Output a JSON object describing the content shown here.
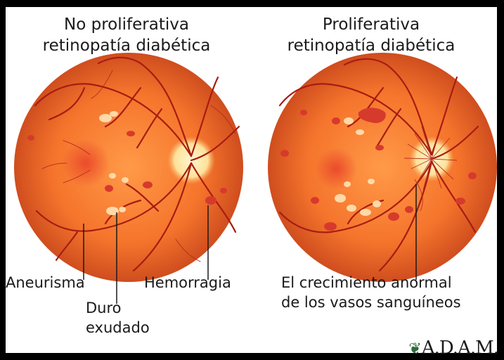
{
  "titles": {
    "left": [
      "No proliferativa",
      "retinopatía diabética"
    ],
    "right": [
      "Proliferativa",
      "retinopatía diabética"
    ]
  },
  "labels": {
    "aneurisma": "Aneurisma",
    "duro": [
      "Duro",
      "exudado"
    ],
    "hemorragia": "Hemorragia",
    "crecimiento": [
      "El crecimiento anormal",
      "de los vasos sanguíneos"
    ]
  },
  "logo": {
    "symbol": "❦",
    "text": "A.D.A.M."
  },
  "colors": {
    "retina_center": "#ff8a3a",
    "retina_edge": "#c4421a",
    "vessel": "#a81c12",
    "hemorrhage": "#d63a2c",
    "exudate": "#ffd9a8",
    "optic_disc": "#fff3c0"
  }
}
